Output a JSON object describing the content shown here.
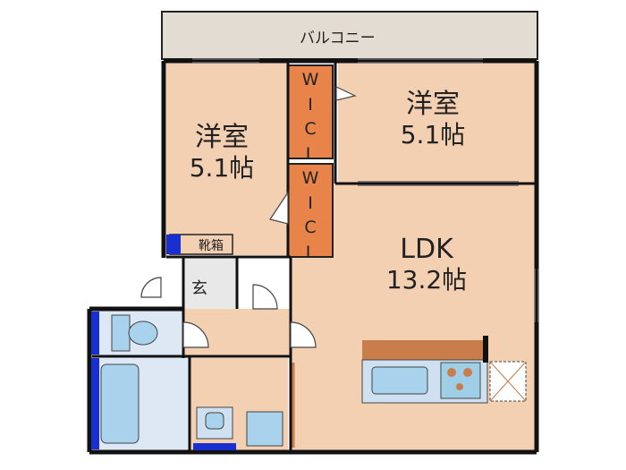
{
  "balcony": {
    "label": "バルコニー"
  },
  "rooms": {
    "western_left": {
      "name": "洋室",
      "size": "5.1帖"
    },
    "western_right": {
      "name": "洋室",
      "size": "5.1帖"
    },
    "ldk": {
      "name": "LDK",
      "size": "13.2帖"
    }
  },
  "wic_top": {
    "line1": "W",
    "line2": "I",
    "line3": "C",
    "line4": "L"
  },
  "wic_bottom": {
    "line1": "W",
    "line2": "I",
    "line3": "C",
    "line4": "L"
  },
  "entrance": {
    "label": "玄",
    "shoe_box": "靴箱"
  },
  "colors": {
    "room_fill": "#f4d0b3",
    "wet_fill": "#dde8f4",
    "balcony_fill": "#e3dcd2",
    "closet_fill": "#e8844a",
    "wall": "#111111",
    "fixture_blue": "#1a2fd0",
    "fixture_light": "#a9d2ec",
    "kitchen_counter": "#c87d4a"
  }
}
